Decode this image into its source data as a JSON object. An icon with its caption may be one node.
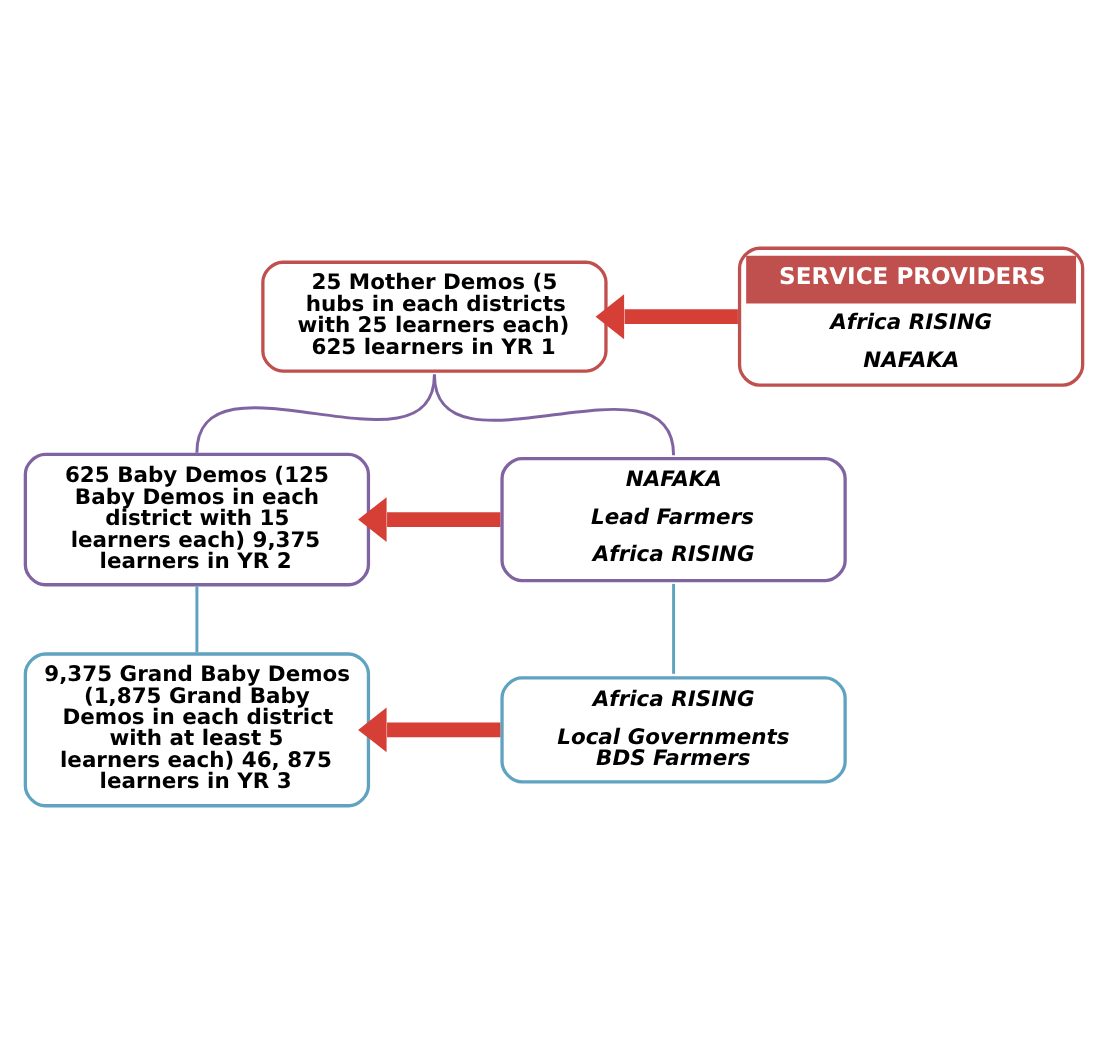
{
  "diagram": {
    "nodes": [
      {
        "text": [
          "25 Mother Demos (5 hubs in each districts with 25 learners each) 625 learners in YR 1"
        ]
      },
      {
        "text": [
          "SERVICE PROVIDERS",
          "Africa RISING",
          "NAFAKA"
        ]
      },
      {
        "text": [
          "625 Baby Demos (125 Baby Demos in each district with 15 learners each) 9,375 learners in YR 2"
        ]
      },
      {
        "text": [
          "NAFAKA",
          "Lead Farmers",
          "Africa RISING"
        ]
      },
      {
        "text": [
          "9,375 Grand Baby Demos (1,875 Grand Baby Demos in each district with at least 5 learners each) 46, 875 learners in YR 3"
        ]
      },
      {
        "text": [
          "Africa RISING",
          "Local Governments BDS Farmers"
        ]
      }
    ],
    "edges": [
      {
        "from": 1,
        "to": 0,
        "arrow": "to",
        "style": "thick",
        "color": "#d63f36"
      },
      {
        "from": 0,
        "to": 2,
        "arrow": "none",
        "color": "#8064a2"
      },
      {
        "from": 0,
        "to": 3,
        "arrow": "none",
        "color": "#8064a2"
      },
      {
        "from": 3,
        "to": 2,
        "arrow": "to",
        "style": "thick",
        "color": "#d63f36"
      },
      {
        "from": 2,
        "to": 4,
        "arrow": "none",
        "color": "#5fa3c0"
      },
      {
        "from": 3,
        "to": 5,
        "arrow": "none",
        "color": "#5fa3c0"
      },
      {
        "from": 5,
        "to": 4,
        "arrow": "to",
        "style": "thick",
        "color": "#d63f36"
      }
    ]
  }
}
